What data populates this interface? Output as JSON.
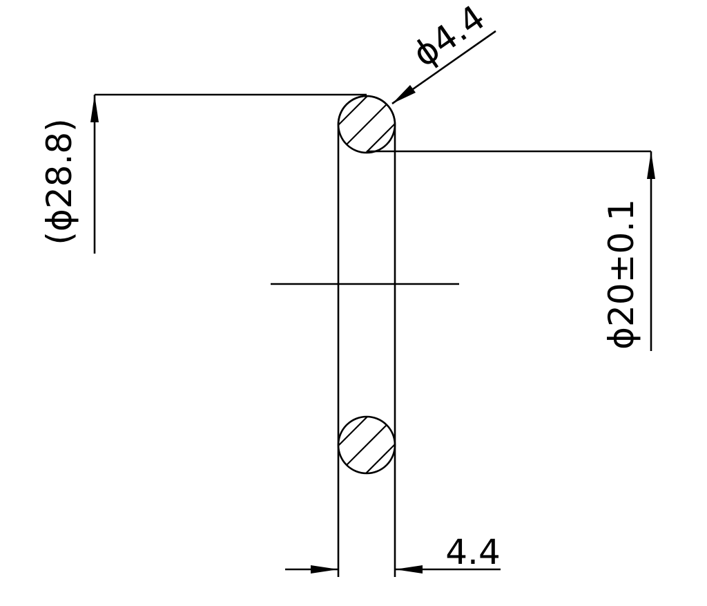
{
  "dimensions": {
    "outer_diameter": "(ϕ28.8)",
    "cross_section": "ϕ4.4",
    "inner_diameter": "ϕ20±0.1",
    "width": "4.4"
  },
  "colors": {
    "line": "#000000",
    "background": "#ffffff"
  }
}
